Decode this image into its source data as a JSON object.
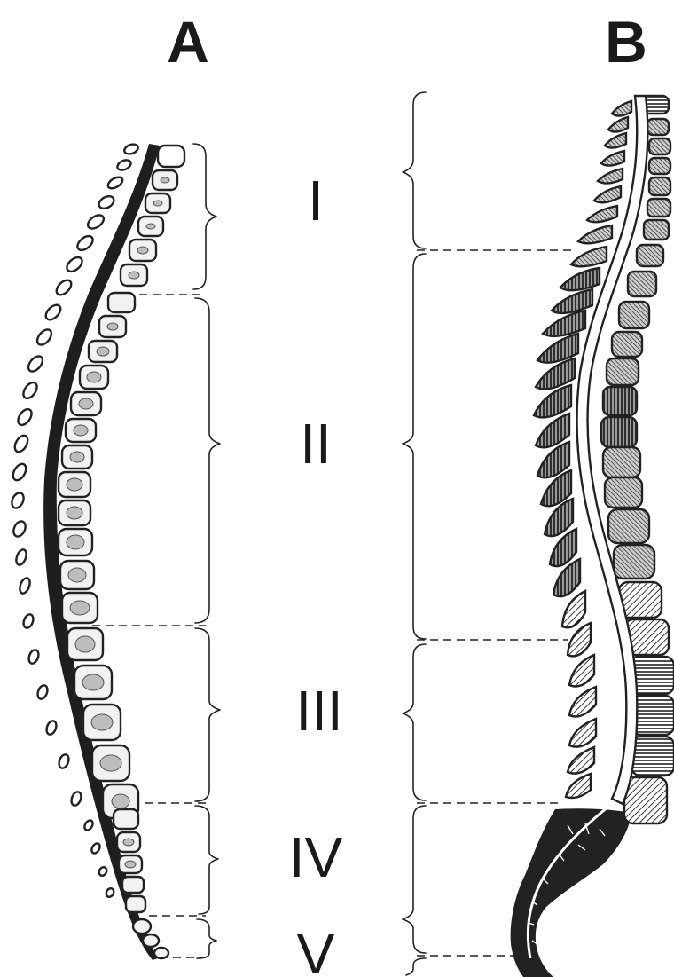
{
  "panels": [
    {
      "key": "A",
      "label": "A"
    },
    {
      "key": "B",
      "label": "B"
    }
  ],
  "regions": [
    {
      "key": "I",
      "label": "I"
    },
    {
      "key": "II",
      "label": "II"
    },
    {
      "key": "III",
      "label": "III"
    },
    {
      "key": "IV",
      "label": "IV"
    },
    {
      "key": "V",
      "label": "V"
    }
  ],
  "colors": {
    "ink": "#1a1a1a",
    "vertebra_fill_light": "#f2f2f2",
    "vertebra_nucleus": "#bdbdbd",
    "vertebra_dark": "#444444",
    "sacrum_fill": "#222222"
  }
}
